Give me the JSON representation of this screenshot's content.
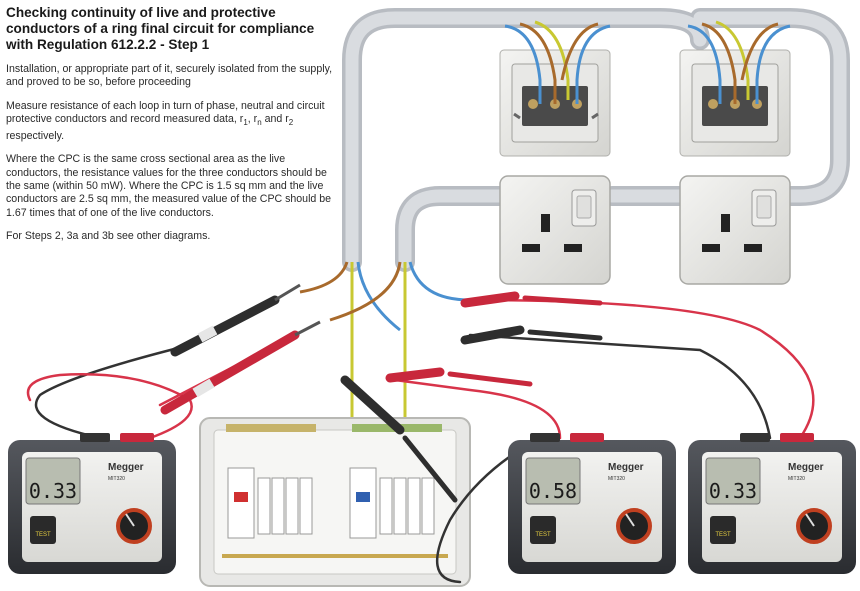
{
  "title": "Checking continuity of live and protective conductors of a ring final circuit for compliance with Regulation 612.2.2 - Step 1",
  "paragraphs": {
    "p1": "Installation, or appropriate part of it, securely isolated from the supply, and proved to be so, before proceeding",
    "p2_before": "Measure resistance of each loop in turn of phase, neutral and circuit protective conductors and record measured data, r",
    "p2_sub1": "1",
    "p2_mid": ", r",
    "p2_subn": "n",
    "p2_and": "  and r",
    "p2_sub2": "2",
    "p2_after": " respectively.",
    "p3": "Where the CPC is the same cross sectional area as the live conductors, the resistance values for the three conductors should be the same (within 50 mW). Where the CPC is 1.5 sq mm and the live conductors are 2.5 sq mm, the measured value of the CPC should be 1.67 times that of one of the live conductors.",
    "p4": "For Steps 2, 3a and 3b see other diagrams."
  },
  "meters": [
    {
      "brand": "Megger",
      "model": "MIT320",
      "reading": "0.33",
      "test_label": "TEST"
    },
    {
      "brand": "Megger",
      "model": "MIT320",
      "reading": "0.58",
      "test_label": "TEST"
    },
    {
      "brand": "Megger",
      "model": "MIT320",
      "reading": "0.33",
      "test_label": "TEST"
    }
  ],
  "colors": {
    "conduit": "#c9cdd3",
    "wire_brown": "#a86a2c",
    "wire_blue": "#4a90d0",
    "wire_earth": "#c8c832",
    "lead_red": "#d8344a",
    "lead_black": "#333333",
    "meter_body": "#3a3c40",
    "lcd_bg": "#b8bdb0"
  }
}
